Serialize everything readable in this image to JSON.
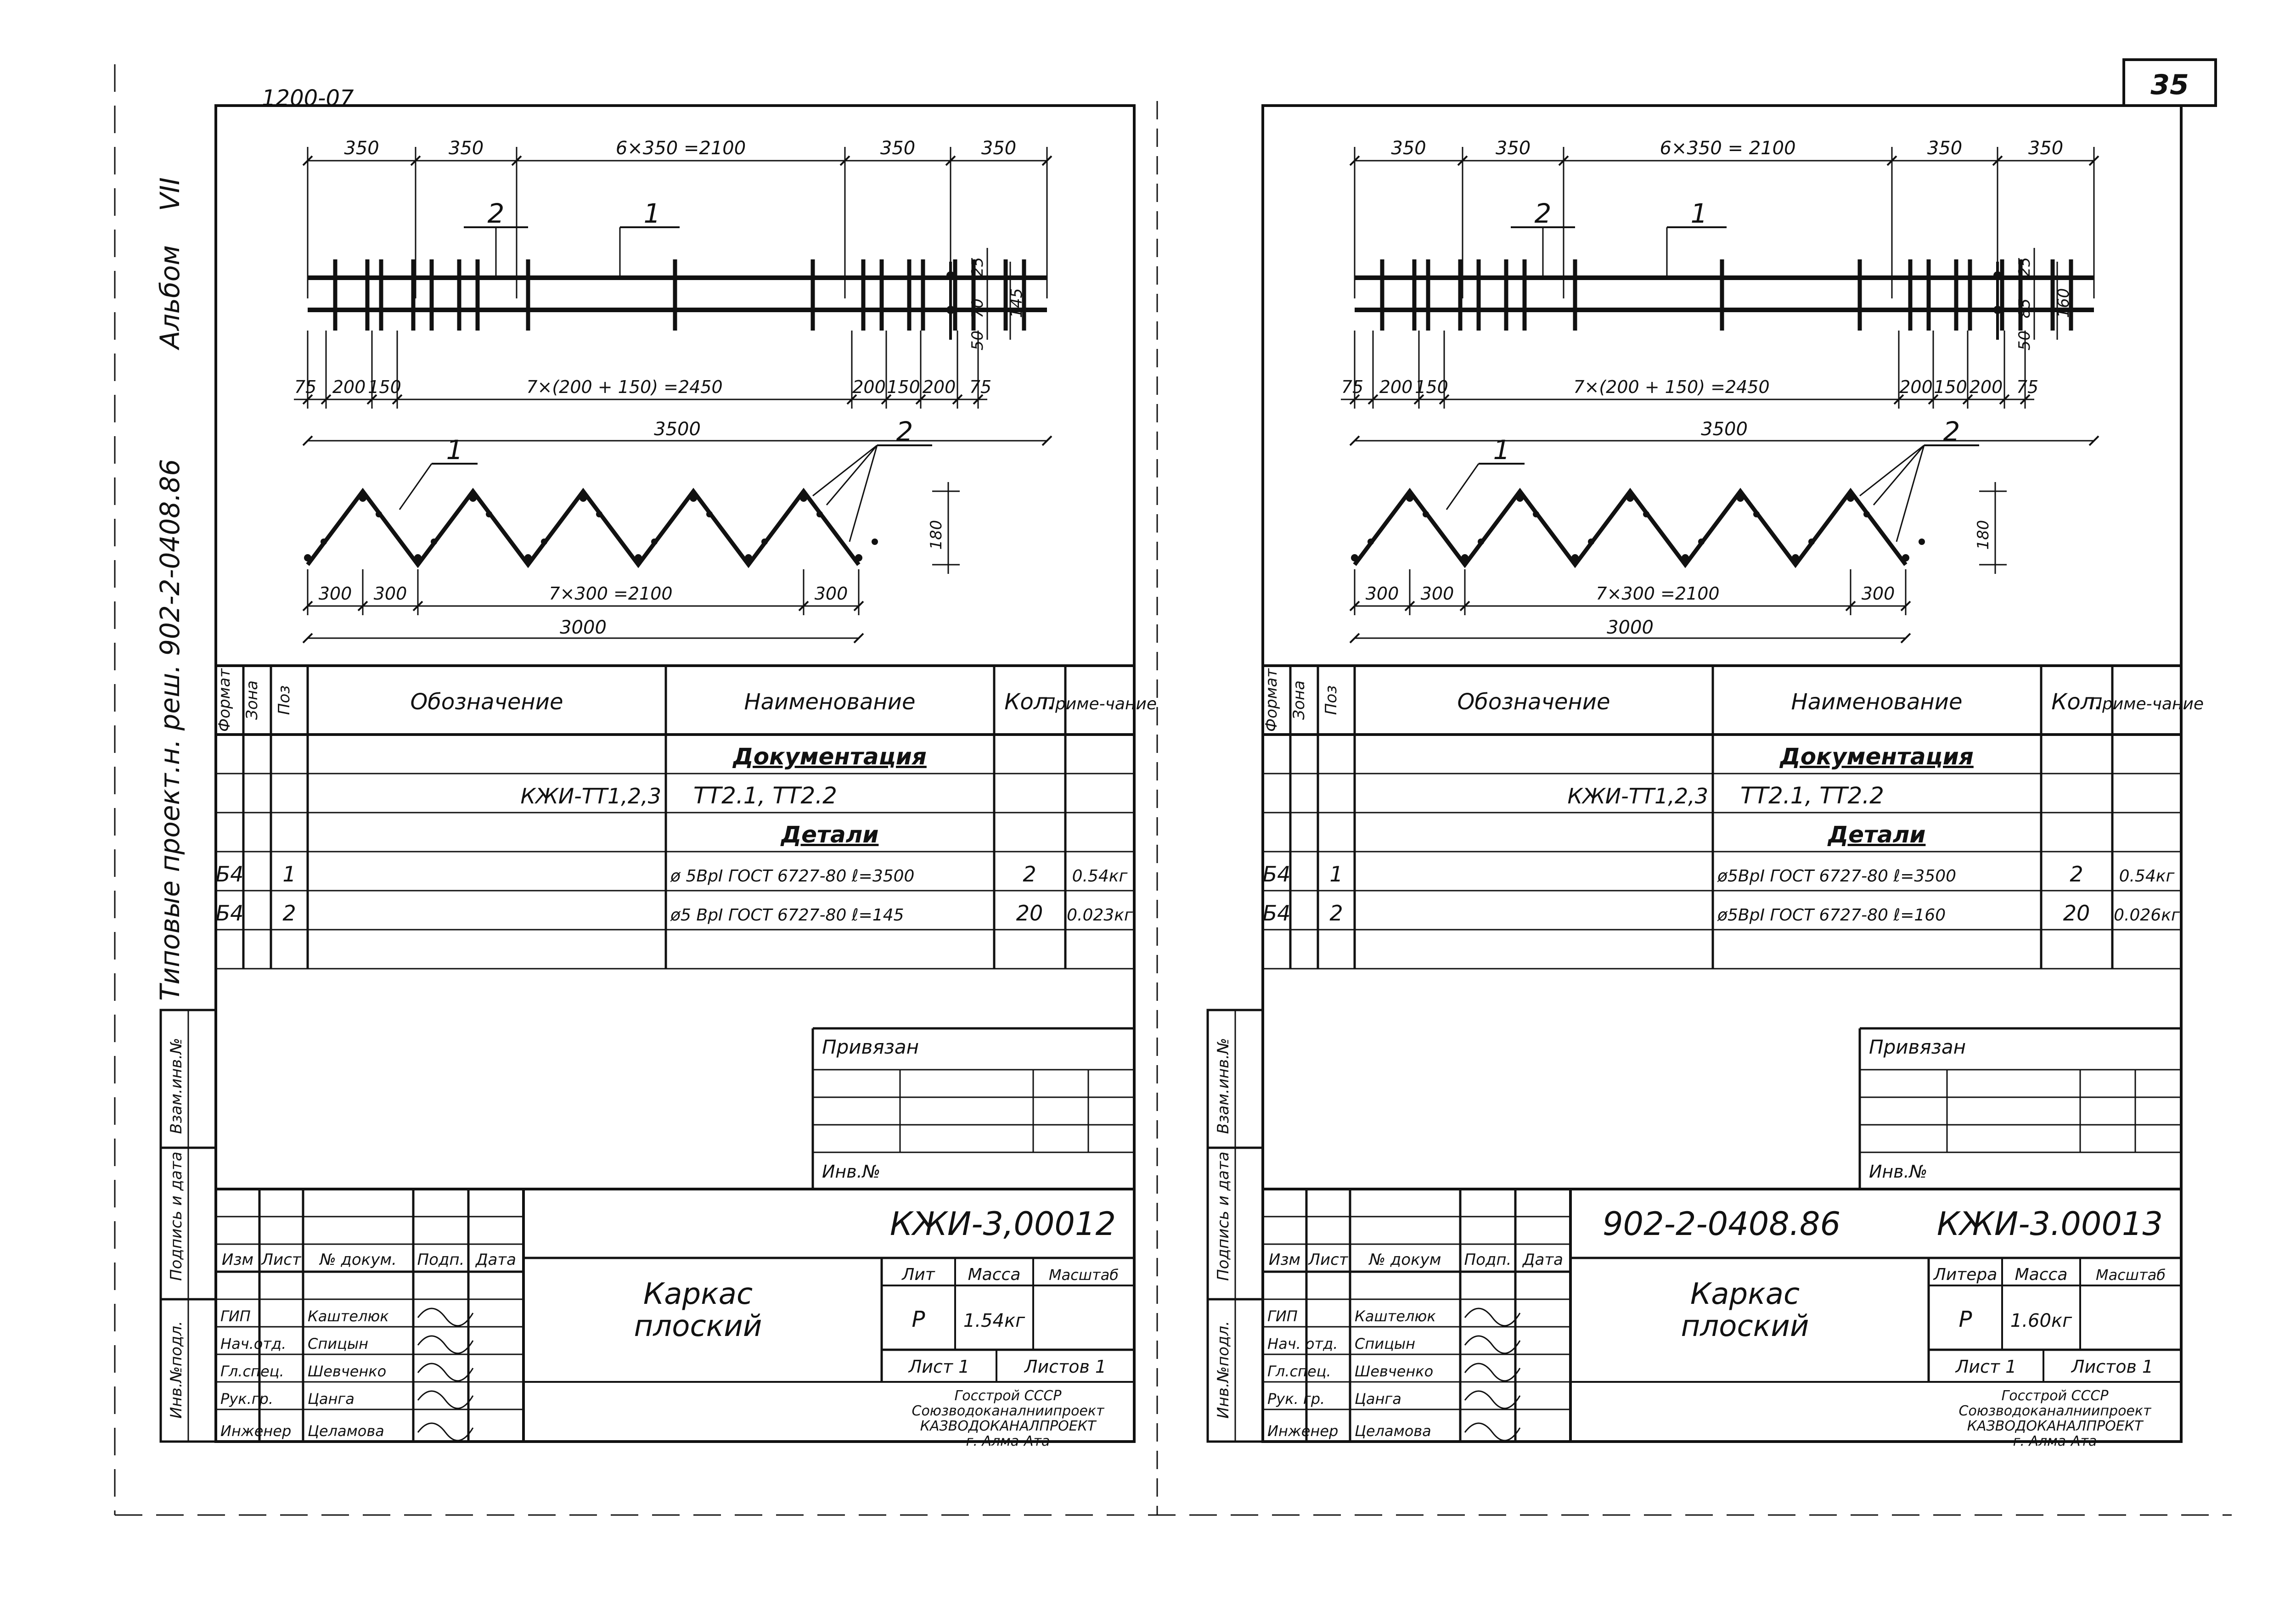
{
  "page": {
    "corner_code": "1200-07",
    "page_number": "35",
    "album_label": "Альбом",
    "album_number": "VII",
    "series_label": "Типовые проект.н. реш. 902-2-0408.86",
    "side_labels": [
      "Инв.№подл.",
      "Подпись и дата",
      "Взам.инв.№"
    ]
  },
  "sheets": [
    {
      "id": "left",
      "plan": {
        "top_dims": [
          "350",
          "350",
          "6×350 =2100",
          "350",
          "350"
        ],
        "bottom_dims": [
          "75",
          "200",
          "150",
          "7×(200 + 150) =2450",
          "200",
          "150",
          "200",
          "75"
        ],
        "total": "3500",
        "callouts": [
          "2",
          "1"
        ]
      },
      "section": {
        "dims": [
          "25",
          "70",
          "50",
          "145"
        ]
      },
      "bent": {
        "callouts": [
          "1",
          "2"
        ],
        "height": "180",
        "dims": [
          "300",
          "300",
          "7×300 =2100",
          "300"
        ],
        "total": "3000"
      },
      "spec": {
        "headers": [
          "Формат",
          "Зона",
          "Поз",
          "Обозначение",
          "Наименование",
          "Кол.",
          "Приме-чание"
        ],
        "rows": [
          [
            "",
            "",
            "",
            "",
            "Документация",
            "",
            ""
          ],
          [
            "",
            "",
            "",
            "КЖИ-ТТ1,2,3",
            "ТТ2.1, ТТ2.2",
            "",
            ""
          ],
          [
            "",
            "",
            "",
            "",
            "Детали",
            "",
            ""
          ],
          [
            "Б4",
            "",
            "1",
            "",
            "ø 5ВрI ГОСТ 6727-80 ℓ=3500",
            "2",
            "0.54кг"
          ],
          [
            "Б4",
            "",
            "2",
            "",
            "ø5 ВрI ГОСТ 6727-80 ℓ=145",
            "20",
            "0.023кг"
          ],
          [
            "",
            "",
            "",
            "",
            "",
            "",
            ""
          ]
        ]
      },
      "privyazan": "Привязан",
      "inv_label": "Инв.№",
      "title": {
        "project_code": "",
        "doc_code": "КЖИ-3,00012",
        "rev_headers": [
          "Изм",
          "Лист",
          "№ докум.",
          "Подп.",
          "Дата"
        ],
        "name": "Каркас плоский",
        "lit_header": "Лит",
        "mass_header": "Масса",
        "scale_header": "Масштаб",
        "lit": "Р",
        "mass": "1.54кг",
        "sheet_label": "Лист 1",
        "sheets_label": "Листов 1",
        "org": [
          "Госстрой СССР",
          "Союзводоканалниипроект",
          "КАЗВОДОКАНАЛПРОЕКТ",
          "г. Алма-Ата"
        ],
        "roles": [
          {
            "role": "ГИП",
            "name": "Каштелюк"
          },
          {
            "role": "Нач.отд.",
            "name": "Спицын"
          },
          {
            "role": "Гл.спец.",
            "name": "Шевченко"
          },
          {
            "role": "Рук.гр.",
            "name": "Цанга"
          },
          {
            "role": "Инженер",
            "name": "Целамова"
          }
        ]
      }
    },
    {
      "id": "right",
      "plan": {
        "top_dims": [
          "350",
          "350",
          "6×350 = 2100",
          "350",
          "350"
        ],
        "bottom_dims": [
          "75",
          "200",
          "150",
          "7×(200 + 150) =2450",
          "200",
          "150",
          "200",
          "75"
        ],
        "total": "3500",
        "callouts": [
          "2",
          "1"
        ]
      },
      "section": {
        "dims": [
          "25",
          "85",
          "50",
          "160"
        ]
      },
      "bent": {
        "callouts": [
          "1",
          "2"
        ],
        "height": "180",
        "dims": [
          "300",
          "300",
          "7×300 =2100",
          "300"
        ],
        "total": "3000"
      },
      "spec": {
        "headers": [
          "Формат",
          "Зона",
          "Поз",
          "Обозначение",
          "Наименование",
          "Кол.",
          "Приме-чание"
        ],
        "rows": [
          [
            "",
            "",
            "",
            "",
            "Документация",
            "",
            ""
          ],
          [
            "",
            "",
            "",
            "КЖИ-ТТ1,2,3",
            "ТТ2.1, ТТ2.2",
            "",
            ""
          ],
          [
            "",
            "",
            "",
            "",
            "Детали",
            "",
            ""
          ],
          [
            "Б4",
            "",
            "1",
            "",
            "ø5ВрI ГОСТ 6727-80 ℓ=3500",
            "2",
            "0.54кг"
          ],
          [
            "Б4",
            "",
            "2",
            "",
            "ø5ВрI ГОСТ 6727-80 ℓ=160",
            "20",
            "0.026кг"
          ],
          [
            "",
            "",
            "",
            "",
            "",
            "",
            ""
          ]
        ]
      },
      "privyazan": "Привязан",
      "inv_label": "Инв.№",
      "title": {
        "project_code": "902-2-0408.86",
        "doc_code": "КЖИ-3.00013",
        "rev_headers": [
          "Изм",
          "Лист",
          "№ докум",
          "Подп.",
          "Дата"
        ],
        "name": "Каркас плоский",
        "lit_header": "Литера",
        "mass_header": "Масса",
        "scale_header": "Масштаб",
        "lit": "Р",
        "mass": "1.60кг",
        "sheet_label": "Лист 1",
        "sheets_label": "Листов 1",
        "org": [
          "Госстрой СССР",
          "Союзводоканалниипроект",
          "КАЗВОДОКАНАЛПРОЕКТ",
          "г. Алма-Ата"
        ],
        "roles": [
          {
            "role": "ГИП",
            "name": "Каштелюк"
          },
          {
            "role": "Нач. отд.",
            "name": "Спицын"
          },
          {
            "role": "Гл.спец.",
            "name": "Шевченко"
          },
          {
            "role": "Рук. гр.",
            "name": "Цанга"
          },
          {
            "role": "Инженер",
            "name": "Целамова"
          }
        ]
      }
    }
  ]
}
